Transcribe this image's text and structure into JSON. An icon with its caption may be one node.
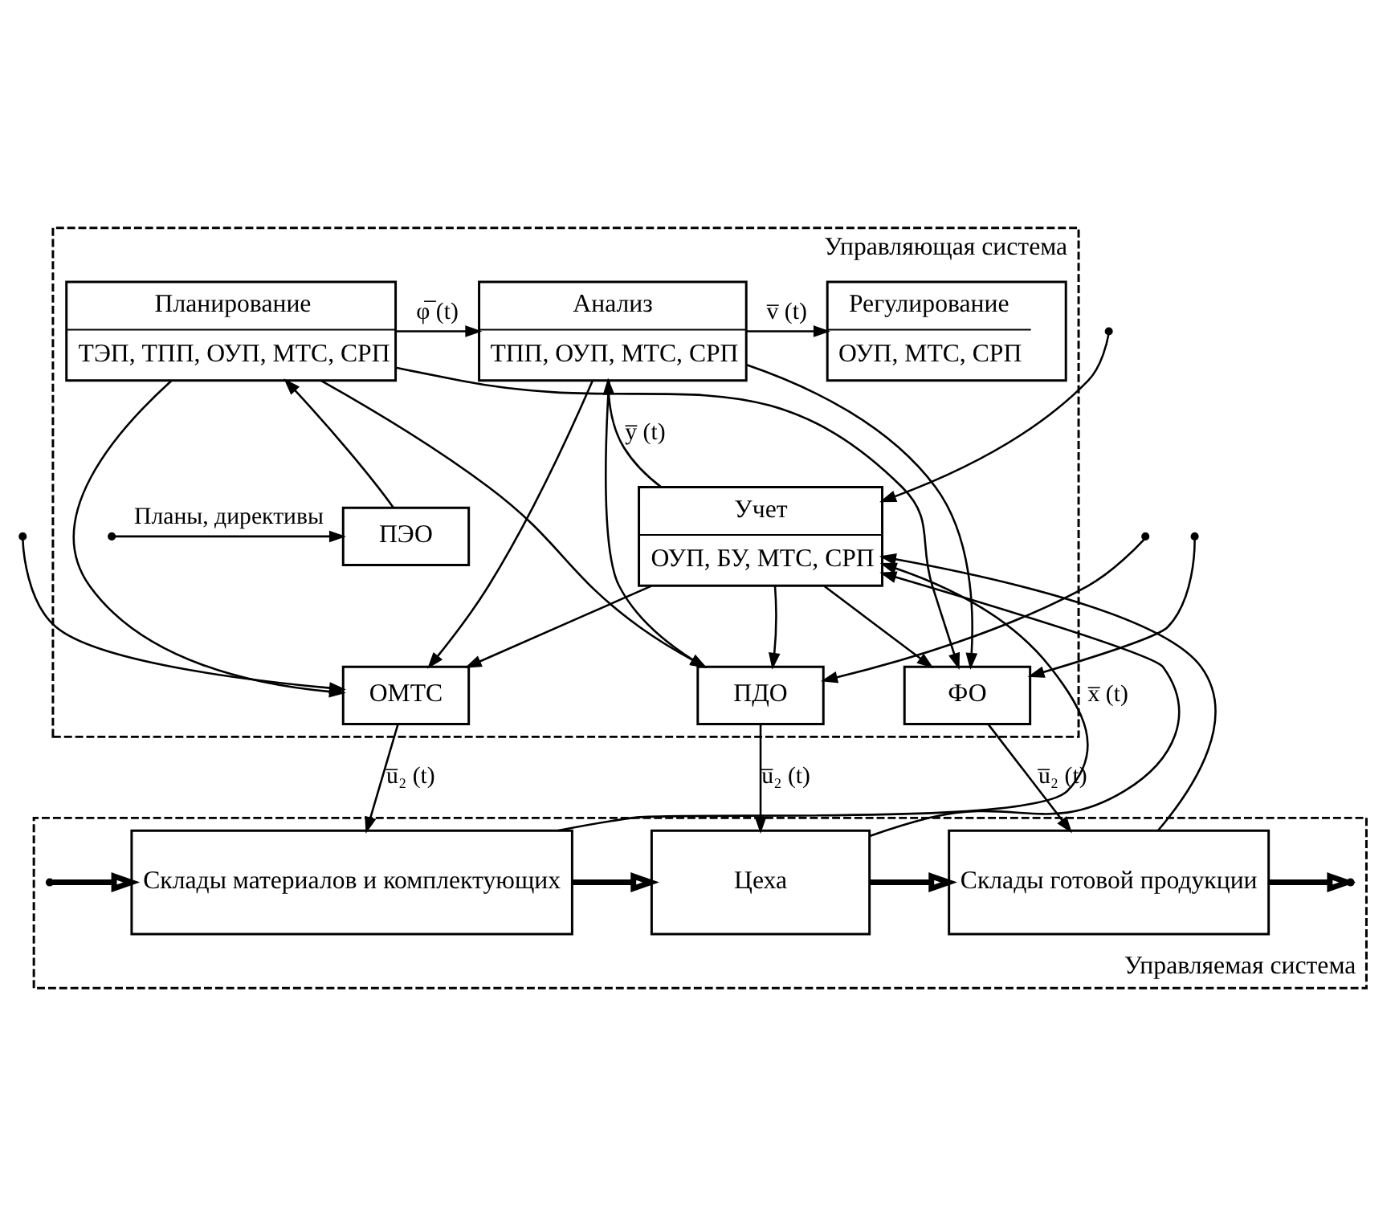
{
  "diagram": {
    "nodes": [
      {
        "text": [
          "Управляющая система"
        ]
      },
      {
        "text": [
          "Планирование",
          "ТЭП, ТПП, ОУП, МТС, СРП"
        ],
        "in": 0
      },
      {
        "text": [
          "Анализ",
          "ТПП, ОУП, МТС, СРП"
        ],
        "in": 0
      },
      {
        "text": [
          "Регулирование",
          "ОУП, МТС, СРП"
        ],
        "in": 0
      },
      {
        "text": [
          "Учет",
          "ОУП, БУ, МТС, СРП"
        ],
        "in": 0
      },
      {
        "text": [
          "ПЭО"
        ],
        "in": 0
      },
      {
        "text": [
          "ОМТС"
        ],
        "in": 0
      },
      {
        "text": [
          "ПДО"
        ],
        "in": 0
      },
      {
        "text": [
          "ФО"
        ],
        "in": 0
      },
      {
        "text": [
          "Управляемая система"
        ]
      },
      {
        "text": [
          "Склады материалов и комплектующих"
        ],
        "in": 9
      },
      {
        "text": [
          "Цеха"
        ],
        "in": 9
      },
      {
        "text": [
          "Склады готовой продукции"
        ],
        "in": 9
      }
    ],
    "edges": [
      {
        "from": null,
        "to": 5,
        "arrow": "to",
        "label": "Планы, директивы"
      },
      {
        "from": 5,
        "to": 1,
        "arrow": "to"
      },
      {
        "from": 1,
        "to": 2,
        "arrow": "to",
        "label": "φ̅ (t)"
      },
      {
        "from": 2,
        "to": 3,
        "arrow": "to",
        "label": "v̅ (t)"
      },
      {
        "from": 4,
        "to": 2,
        "arrow": "to",
        "label": "y̅ (t)"
      },
      {
        "from": 4,
        "to": 6,
        "arrow": "to"
      },
      {
        "from": 4,
        "to": 7,
        "arrow": "to"
      },
      {
        "from": 4,
        "to": 8,
        "arrow": "to"
      },
      {
        "from": 1,
        "to": 6,
        "arrow": "to"
      },
      {
        "from": 1,
        "to": 7,
        "arrow": "to"
      },
      {
        "from": 1,
        "to": 8,
        "arrow": "to"
      },
      {
        "from": 2,
        "to": 6,
        "arrow": "to"
      },
      {
        "from": 2,
        "to": 7,
        "arrow": "to"
      },
      {
        "from": 2,
        "to": 8,
        "arrow": "to"
      },
      {
        "from": null,
        "to": 6,
        "arrow": "to"
      },
      {
        "from": null,
        "to": 7,
        "arrow": "to"
      },
      {
        "from": null,
        "to": 8,
        "arrow": "to"
      },
      {
        "from": null,
        "to": 4,
        "arrow": "to"
      },
      {
        "from": 10,
        "to": 4,
        "arrow": "to",
        "label": "x̅ (t)"
      },
      {
        "from": 11,
        "to": 4,
        "arrow": "to"
      },
      {
        "from": 12,
        "to": 4,
        "arrow": "to"
      },
      {
        "from": 6,
        "to": 10,
        "arrow": "to",
        "label": "u̅₂ (t)"
      },
      {
        "from": 7,
        "to": 11,
        "arrow": "to",
        "label": "u̅₂ (t)"
      },
      {
        "from": 8,
        "to": 12,
        "arrow": "to",
        "label": "u̅₂ (t)"
      },
      {
        "from": null,
        "to": 10,
        "arrow": "to",
        "style": "thick"
      },
      {
        "from": 10,
        "to": 11,
        "arrow": "to",
        "style": "thick"
      },
      {
        "from": 11,
        "to": 12,
        "arrow": "to",
        "style": "thick"
      },
      {
        "from": 12,
        "to": null,
        "arrow": "to",
        "style": "thick"
      }
    ]
  }
}
